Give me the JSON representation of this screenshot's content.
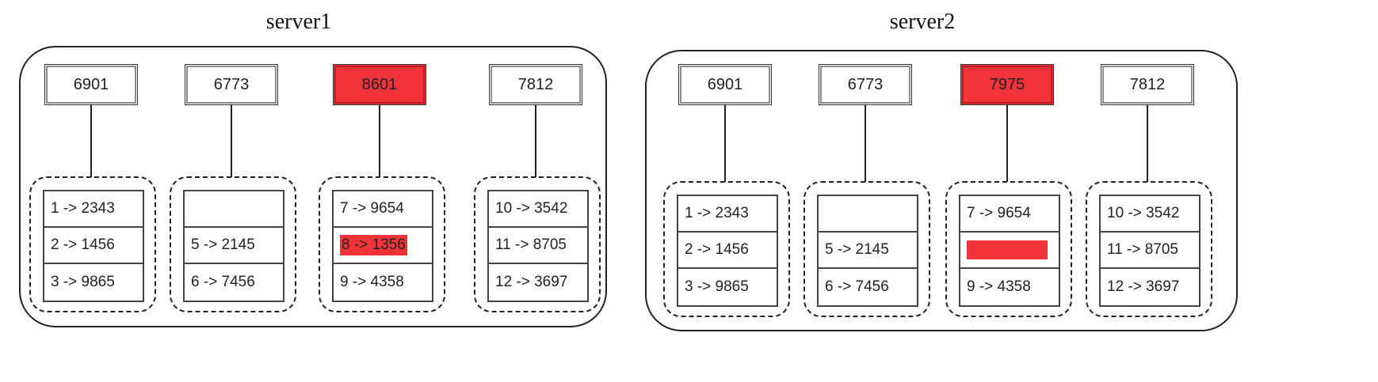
{
  "colors": {
    "highlight": "#f2333a",
    "line": "#222222"
  },
  "servers": [
    {
      "name": "server1",
      "nodes": [
        {
          "label": "6901",
          "highlight": false
        },
        {
          "label": "6773",
          "highlight": false
        },
        {
          "label": "8601",
          "highlight": true
        },
        {
          "label": "7812",
          "highlight": false
        }
      ],
      "groups": [
        {
          "rows": [
            {
              "text": "1 -> 2343"
            },
            {
              "text": "2 -> 1456"
            },
            {
              "text": "3 -> 9865"
            }
          ]
        },
        {
          "rows": [
            {
              "text": ""
            },
            {
              "text": "5 -> 2145"
            },
            {
              "text": "6 -> 7456"
            }
          ]
        },
        {
          "rows": [
            {
              "text": "7 -> 9654"
            },
            {
              "text": "8 -> 1356",
              "mark": "highlight"
            },
            {
              "text": "9 -> 4358"
            }
          ]
        },
        {
          "rows": [
            {
              "text": "10 -> 3542"
            },
            {
              "text": "11 -> 8705"
            },
            {
              "text": "12 -> 3697"
            }
          ]
        }
      ]
    },
    {
      "name": "server2",
      "nodes": [
        {
          "label": "6901",
          "highlight": false
        },
        {
          "label": "6773",
          "highlight": false
        },
        {
          "label": "7975",
          "highlight": true
        },
        {
          "label": "7812",
          "highlight": false
        }
      ],
      "groups": [
        {
          "rows": [
            {
              "text": "1 -> 2343"
            },
            {
              "text": "2 -> 1456"
            },
            {
              "text": "3 -> 9865"
            }
          ]
        },
        {
          "rows": [
            {
              "text": ""
            },
            {
              "text": "5 -> 2145"
            },
            {
              "text": "6 -> 7456"
            }
          ]
        },
        {
          "rows": [
            {
              "text": "7 -> 9654"
            },
            {
              "text": "",
              "mark": "bar"
            },
            {
              "text": "9 -> 4358"
            }
          ]
        },
        {
          "rows": [
            {
              "text": "10 -> 3542"
            },
            {
              "text": "11 -> 8705"
            },
            {
              "text": "12 -> 3697"
            }
          ]
        }
      ]
    }
  ]
}
